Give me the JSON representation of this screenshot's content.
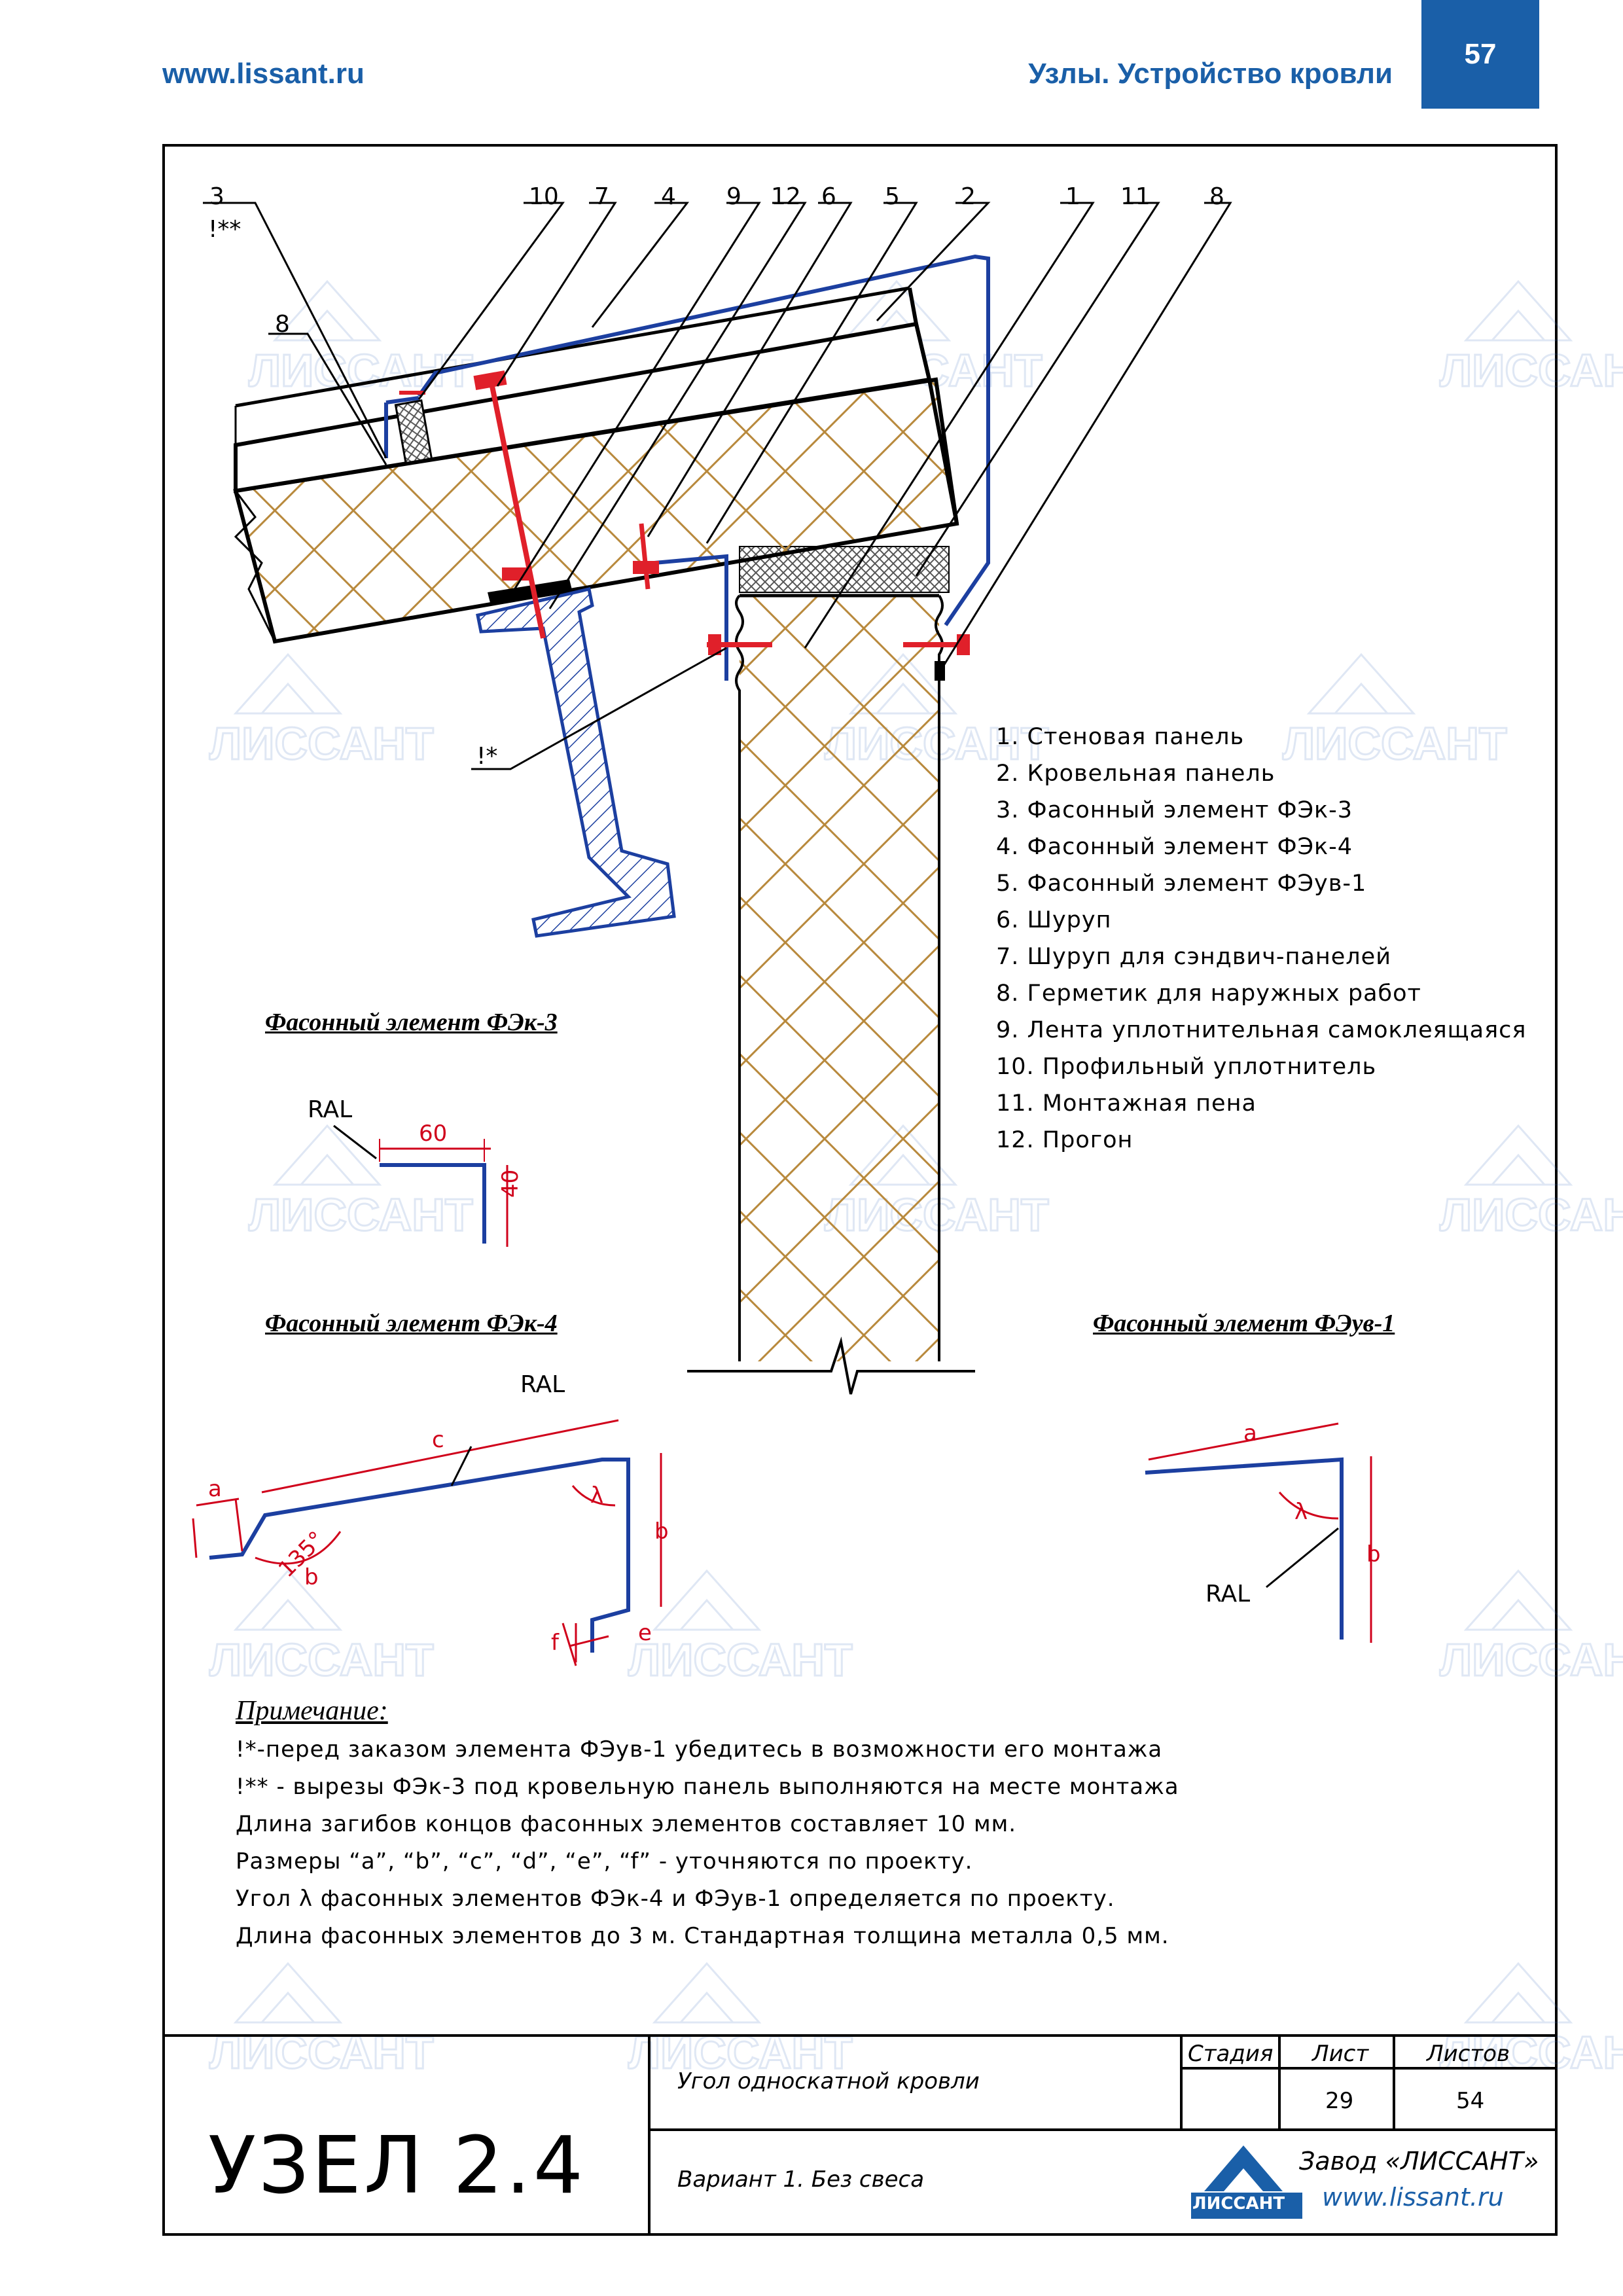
{
  "header": {
    "url": "www.lissant.ru",
    "title": "Узлы. Устройство кровли",
    "page_number": "57"
  },
  "callouts": [
    "3",
    "!**",
    "10",
    "7",
    "4",
    "9",
    "12",
    "6",
    "5",
    "2",
    "1",
    "11",
    "8",
    "8",
    "!*"
  ],
  "legend": [
    "1. Стеновая панель",
    "2. Кровельная панель",
    "3. Фасонный элемент ФЭк-3",
    "4. Фасонный элемент ФЭк-4",
    "5. Фасонный элемент ФЭув-1",
    "6. Шуруп",
    "7. Шуруп для сэндвич-панелей",
    "8. Герметик для наружных работ",
    "9. Лента уплотнительная самоклеящаяся",
    "10. Профильный уплотнитель",
    "11. Монтажная пена",
    "12. Прогон"
  ],
  "details": {
    "fek3": {
      "caption": "Фасонный элемент ФЭк-3",
      "ral": "RAL",
      "dim_a": "60",
      "dim_b": "40"
    },
    "fek4": {
      "caption": "Фасонный элемент ФЭк-4",
      "ral": "RAL",
      "a": "a",
      "b": "b",
      "c": "c",
      "d": "b",
      "e": "e",
      "f": "f",
      "angle": "135°",
      "lambda": "λ"
    },
    "feuv1": {
      "caption": "Фасонный элемент ФЭув-1",
      "ral": "RAL",
      "a": "a",
      "b": "b",
      "lambda": "λ"
    }
  },
  "notes": {
    "heading": "Примечание:",
    "lines": [
      "!*-перед заказом элемента ФЭув-1 убедитесь в возможности его монтажа",
      "!** - вырезы ФЭк-3 под кровельную панель выполняются на месте монтажа",
      "Длина загибов концов фасонных элементов составляет 10 мм.",
      "Размеры “a”, “b”, “c”, “d”, “e”, “f” - уточняются по проекту.",
      "Угол λ фасонных элементов ФЭк-4 и ФЭув-1 определяется по проекту.",
      "Длина фасонных элементов до 3 м. Стандартная толщина металла 0,5 мм."
    ]
  },
  "titleblock": {
    "node": "УЗЕЛ 2.4",
    "name1": "Угол односкатной кровли",
    "name2": "Вариант 1. Без свеса",
    "stage_label": "Стадия",
    "sheet_label": "Лист",
    "sheets_label": "Листов",
    "sheet": "29",
    "sheets": "54",
    "company": "Завод «ЛИССАНТ»",
    "company_url": "www.lissant.ru",
    "logo_text": "ЛИССАНТ"
  },
  "colors": {
    "brand_blue": "#1a5fa8",
    "flashing": "#1c3fa0",
    "screw_red": "#e0202a",
    "insulation": "#b8893c",
    "dimension_red": "#d0021b"
  }
}
